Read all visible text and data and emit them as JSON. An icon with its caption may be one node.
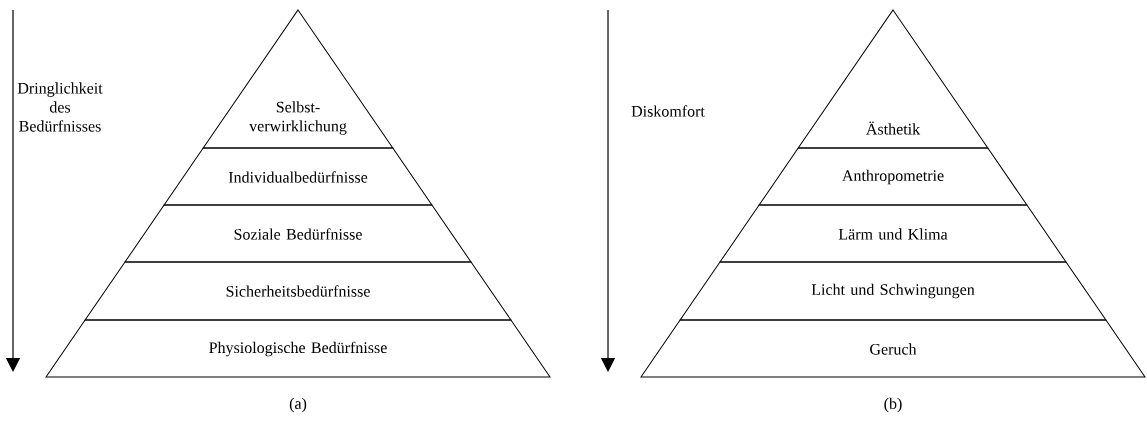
{
  "diagram": {
    "nodes": [
      {
        "text": [
          "Selbst-verwirklichung"
        ]
      },
      {
        "text": [
          "Individualbedürfnisse"
        ]
      },
      {
        "text": [
          "Soziale Bedürfnisse"
        ]
      },
      {
        "text": [
          "Sicherheitsbedürfnisse"
        ]
      },
      {
        "text": [
          "Physiologische Bedürfnisse"
        ]
      },
      {
        "text": [
          "Ästhetik"
        ]
      },
      {
        "text": [
          "Anthropometrie"
        ]
      },
      {
        "text": [
          "Lärm und Klima"
        ]
      },
      {
        "text": [
          "Licht und Schwingungen"
        ]
      },
      {
        "text": [
          "Geruch"
        ]
      }
    ],
    "edges": [],
    "labels": [
      "Dringlichkeit des Bedürfnisses",
      "(a)",
      "Diskomfort",
      "(b)"
    ]
  }
}
